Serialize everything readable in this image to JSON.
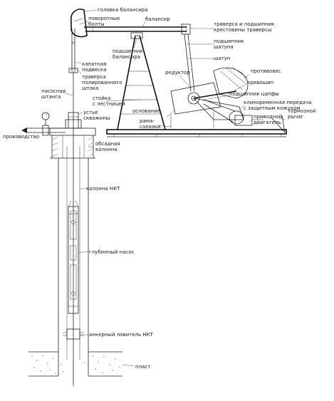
{
  "labels": {
    "horsehead": "головка балансира",
    "swivel_bolts_1": "поворотные",
    "swivel_bolts_2": "болты",
    "walking_beam": "балансир",
    "equalizer_1": "траверса и подшипник",
    "equalizer_2": "крестовины траверсы",
    "pitman_bearing_1": "подшипник",
    "pitman_bearing_2": "шатуна",
    "pitman": "шатун",
    "saddle_bearing_1": "подшипник",
    "saddle_bearing_2": "балансира",
    "hanger_1": "канатная",
    "hanger_2": "подвеска",
    "gearbox": "редуктор",
    "counterweight": "противовес",
    "carrier_bar_1": "траверса",
    "carrier_bar_2": "полированного",
    "carrier_bar_3": "штока",
    "crank": "кривошип",
    "polished_rod_1": "насосная",
    "polished_rod_2": "штанга",
    "crank_bearing": "подшипник цапфы",
    "samson_post_1": "стойка",
    "samson_post_2": "с лестницей",
    "base": "основание",
    "belt_drive_1": "клиноременная передача",
    "belt_drive_2": "с защитным кожухом",
    "wellhead_1": "устье",
    "wellhead_2": "скважины",
    "brake_lever_1": "тормозной",
    "brake_lever_2": "рычаг",
    "skid_1": "рама-",
    "skid_2": "салазки",
    "motor_1": "приводной",
    "motor_2": "двигатель",
    "production": "производство",
    "casing_1": "обсадная",
    "casing_2": "колонна",
    "tubing": "колонна НКТ",
    "pump": "глубинный насос",
    "anchor": "анкерный ловитель НКТ",
    "formation": "пласт"
  }
}
